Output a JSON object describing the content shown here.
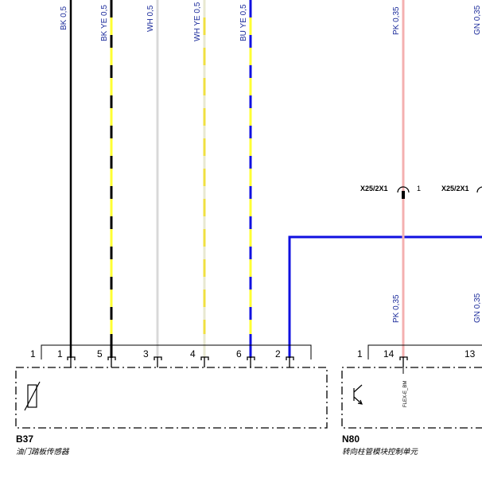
{
  "wires": [
    {
      "label": "BK  0,5",
      "color": "#000000",
      "stripe": null,
      "pin": "1"
    },
    {
      "label": "BK YE 0,5",
      "color": "#000000",
      "stripe": "#ffff33",
      "pin": "5"
    },
    {
      "label": "WH  0,5",
      "color": "#c8c8c8",
      "stripe": null,
      "pin": "3"
    },
    {
      "label": "WH YE 0,5",
      "color": "#f0f0c0",
      "stripe": "#ffff33",
      "pin": "4"
    },
    {
      "label": "BU YE 0,5",
      "color": "#1010e0",
      "stripe": "#ffff33",
      "pin": "6"
    },
    {
      "label": "PK  0,35",
      "color": "#f4b0b0",
      "stripe": null
    },
    {
      "label": "GN  0,35",
      "color": "#2a9a2a",
      "stripe": null
    }
  ],
  "b37": {
    "id": "B37",
    "desc": "油门踏板传感器",
    "connector_pin": "1",
    "pins": [
      "1",
      "5",
      "3",
      "4",
      "6",
      "2"
    ]
  },
  "n80": {
    "id": "N80",
    "desc": "转向柱管模块控制单元",
    "connector_pin": "1",
    "pins": [
      "14",
      "13"
    ],
    "signal": "FLEX-E_BM"
  },
  "splices": [
    {
      "label": "X25/2X1",
      "pin": "1"
    },
    {
      "label": "X25/2X1",
      "pin": ""
    }
  ],
  "lower_labels": {
    "pk": "PK  0,35",
    "gn": "GN  0,35"
  }
}
